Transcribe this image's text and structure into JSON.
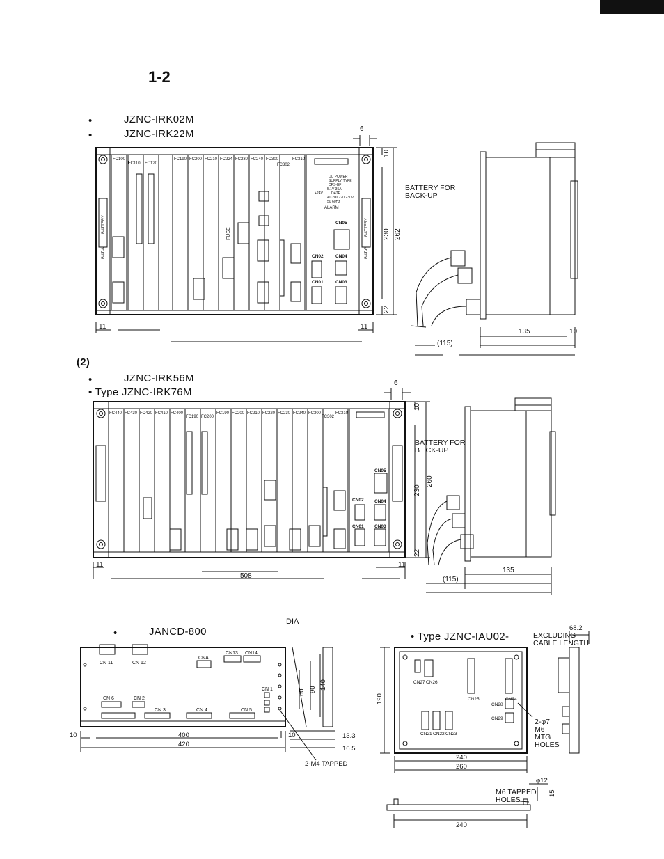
{
  "section_number": "1-2",
  "part2_marker": "(2)",
  "part1": {
    "types": [
      "JZNC-IRK02M",
      "JZNC-IRK22M"
    ],
    "slots": [
      "FC100",
      "FC110",
      "FC120",
      "FC190",
      "FC200",
      "FC210",
      "FC224",
      "FC230",
      "FC240",
      "FC300",
      "FC302",
      "FC310"
    ],
    "battery_label": "BATTERY FOR\nBACK-UP",
    "connectors": [
      "CN05",
      "CN02",
      "CN04",
      "CN01",
      "CN03"
    ],
    "panel_text": [
      "DC POWER",
      "SUPPLY TYPE",
      "CPS-BF",
      "5.1V  35A",
      "+24V",
      "DATE",
      "AC200 220 230V",
      "50 60Hz",
      "ALARM"
    ],
    "battery_side": [
      "BAT-A",
      "BATTERY",
      "BAT-G",
      "BATTERY"
    ],
    "fuse_label": "FUSE",
    "dims": {
      "top_gap": "6",
      "d10": "10",
      "d230": "230",
      "d262": "262",
      "d22": "22",
      "d11_left": "11",
      "d11_right": "11",
      "d135": "135",
      "d10_side": "10",
      "d115": "(115)"
    }
  },
  "part2": {
    "types": [
      "JZNC-IRK56M",
      "Type JZNC-IRK76M"
    ],
    "bullet2_prefix": "• ",
    "slots": [
      "FC440",
      "FC430",
      "FC420",
      "FC410",
      "FC400",
      "FC190",
      "FC200",
      "FC190",
      "FC200",
      "FC210",
      "FC220",
      "FC230",
      "FC240",
      "FC300",
      "FC302",
      "FC310"
    ],
    "battery_label": "BATTERY FOR\nB   CK-UP",
    "connectors": [
      "CN05",
      "CN02",
      "CN04",
      "CN01",
      "CN03"
    ],
    "dims": {
      "top_gap": "6",
      "d10": "10",
      "d230": "230",
      "d260": "260",
      "d22": "22",
      "d11_left": "11",
      "d11_right": "11",
      "d508": "508",
      "d135": "135",
      "d115": "(115)"
    }
  },
  "part3": {
    "dia_label": "DIA",
    "board_type": "JANCD-800",
    "connectors": [
      "CN 11",
      "CN 12",
      "CNA",
      "CN13",
      "CN14",
      "CN 6",
      "CN 2",
      "CN 3",
      "CN 4",
      "CN 5",
      "CN 1"
    ],
    "dims": {
      "d10_left": "10",
      "d400": "400",
      "d10_right": "10",
      "d420": "420",
      "d13_3": "13.3",
      "d16_5": "16.5",
      "d60": "60",
      "d90": "90",
      "d140": "140"
    },
    "tapped_label": "2-M4 TAPPED"
  },
  "part4": {
    "unit_type": "• Type JZNC-IAU02-",
    "excluding_label": "EXCLUDING\nCABLE LENGTH",
    "d68_2": "68.2",
    "connectors": [
      "CN27",
      "CN26",
      "CN25",
      "CN24",
      "CN28",
      "CN29",
      "CN21",
      "CN22",
      "CN23"
    ],
    "holes_label": "2-φ7\nM6\nMTG\nHOLES",
    "dims": {
      "d190": "190",
      "d240": "240",
      "d260": "260",
      "d12": "φ12",
      "d15": "15",
      "d240_bottom": "240"
    },
    "m6_label": "M6 TAPPED\nHOLES"
  }
}
